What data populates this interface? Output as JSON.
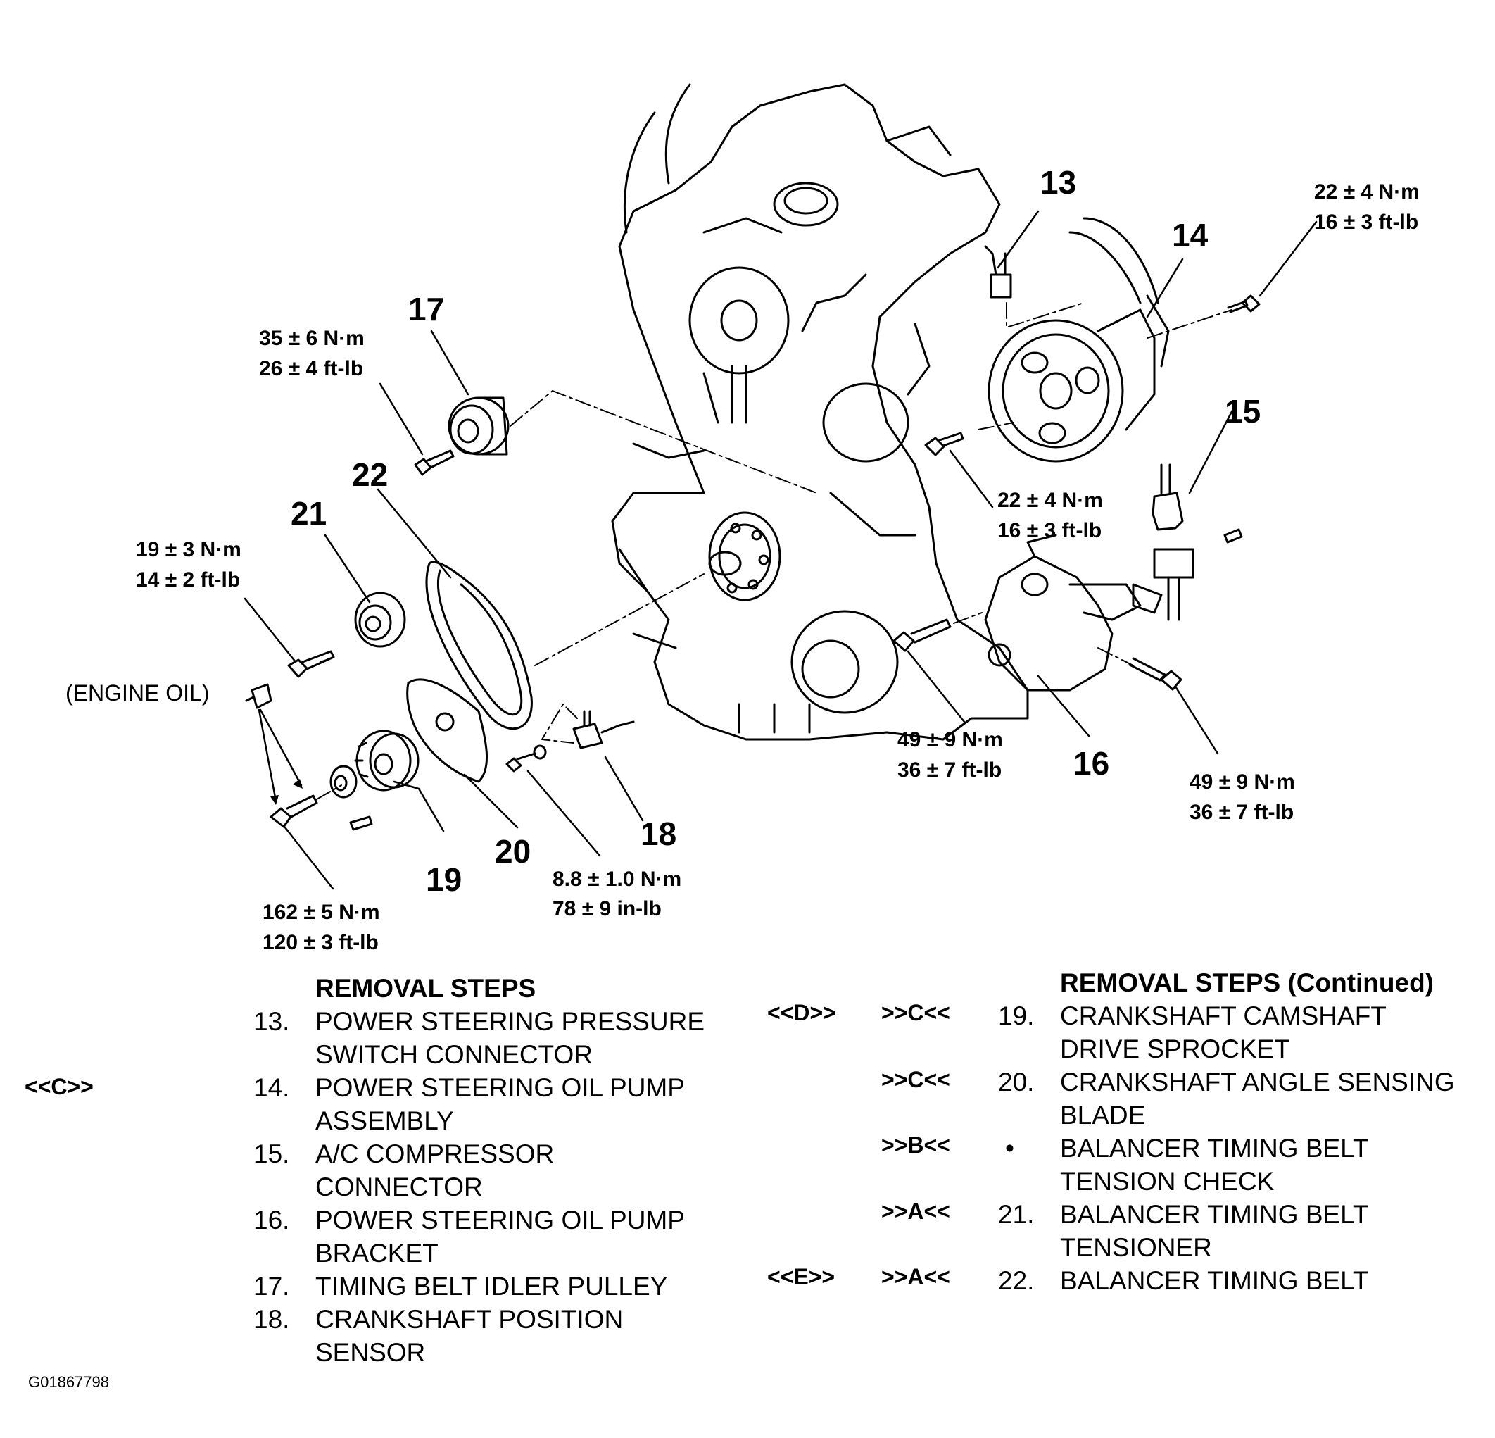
{
  "figure_id": "G01867798",
  "engine_oil_label": "(ENGINE OIL)",
  "callouts": {
    "c13": "13",
    "c14": "14",
    "c15": "15",
    "c16": "16",
    "c17": "17",
    "c18": "18",
    "c19": "19",
    "c20": "20",
    "c21": "21",
    "c22": "22"
  },
  "torques": {
    "t_pump_bolt_top": [
      "22 ± 4 N·m",
      "16 ± 3 ft-lb"
    ],
    "t_pulley_bolt": [
      "22 ± 4 N·m",
      "16 ± 3 ft-lb"
    ],
    "t_idler": [
      "35 ± 6 N·m",
      "26 ± 4 ft-lb"
    ],
    "t_tensioner": [
      "19 ± 3 N·m",
      "14 ± 2 ft-lb"
    ],
    "t_crank": [
      "162 ± 5 N·m",
      "120 ± 3 ft-lb"
    ],
    "t_sensor": [
      "8.8 ± 1.0 N·m",
      "78 ± 9 in-lb"
    ],
    "t_bracket_left": [
      "49 ± 9 N·m",
      "36 ± 7 ft-lb"
    ],
    "t_bracket_right": [
      "49 ± 9 N·m",
      "36 ± 7 ft-lb"
    ]
  },
  "removal_left": {
    "title": "REMOVAL STEPS",
    "steps": [
      {
        "num": "13.",
        "text": "POWER STEERING PRESSURE\nSWITCH CONNECTOR",
        "marker": ""
      },
      {
        "num": "14.",
        "text": "POWER STEERING OIL PUMP\nASSEMBLY",
        "marker": "<<C>>"
      },
      {
        "num": "15.",
        "text": "A/C COMPRESSOR\nCONNECTOR",
        "marker": ""
      },
      {
        "num": "16.",
        "text": "POWER STEERING OIL PUMP\nBRACKET",
        "marker": ""
      },
      {
        "num": "17.",
        "text": "TIMING BELT IDLER PULLEY",
        "marker": ""
      },
      {
        "num": "18.",
        "text": "CRANKSHAFT POSITION\nSENSOR",
        "marker": ""
      }
    ]
  },
  "removal_right": {
    "title": "REMOVAL STEPS (Continued)",
    "steps": [
      {
        "num": "19.",
        "text": "CRANKSHAFT CAMSHAFT\nDRIVE SPROCKET",
        "removal_marker": "<<D>>",
        "install_marker": ">>C<<"
      },
      {
        "num": "20.",
        "text": "CRANKSHAFT ANGLE SENSING\nBLADE",
        "removal_marker": "",
        "install_marker": ">>C<<"
      },
      {
        "num": "•",
        "text": "BALANCER TIMING BELT\nTENSION CHECK",
        "removal_marker": "",
        "install_marker": ">>B<<"
      },
      {
        "num": "21.",
        "text": "BALANCER TIMING BELT\nTENSIONER",
        "removal_marker": "",
        "install_marker": ">>A<<"
      },
      {
        "num": "22.",
        "text": "BALANCER TIMING BELT",
        "removal_marker": "<<E>>",
        "install_marker": ">>A<<"
      }
    ]
  }
}
